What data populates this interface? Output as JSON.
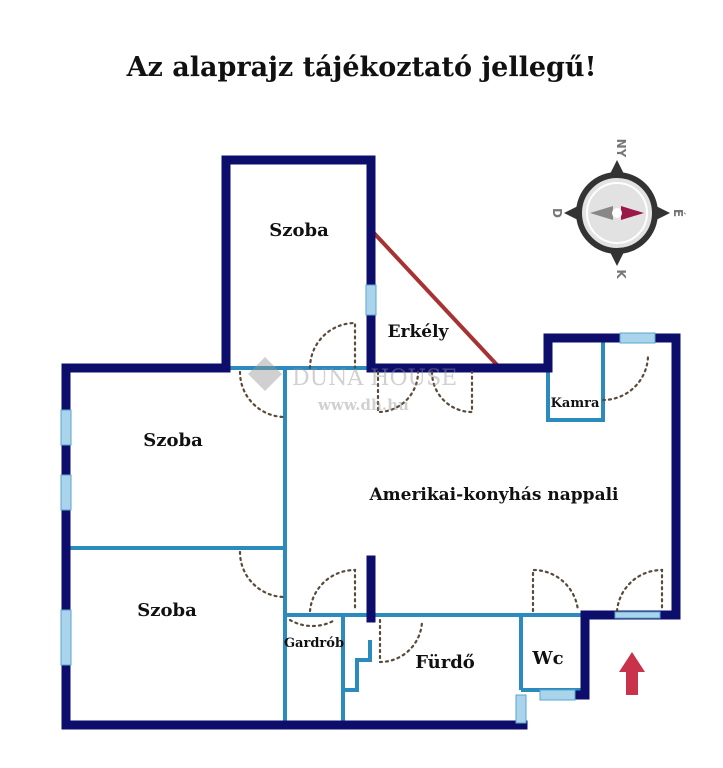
{
  "title": "Az alaprajz tájékoztató jellegű!",
  "rooms": {
    "szoba_top": "Szoba",
    "erkely": "Erkély",
    "szoba_left": "Szoba",
    "szoba_bottom": "Szoba",
    "nappali": "Amerikai-konyhás nappali",
    "kamra": "Kamra",
    "gardrob": "Gardrób",
    "furdo": "Fürdő",
    "wc": "Wc"
  },
  "compass": {
    "north": "NY",
    "east": "É",
    "south": "K",
    "west": "D"
  },
  "watermark": {
    "brand": "DUNA HOUSE",
    "url": "www.dh.hu"
  },
  "colors": {
    "exterior_wall": "#0d0d6b",
    "interior_wall": "#2b8bbd",
    "balcony_line": "#a83232",
    "entrance_arrow": "#c8324a"
  }
}
